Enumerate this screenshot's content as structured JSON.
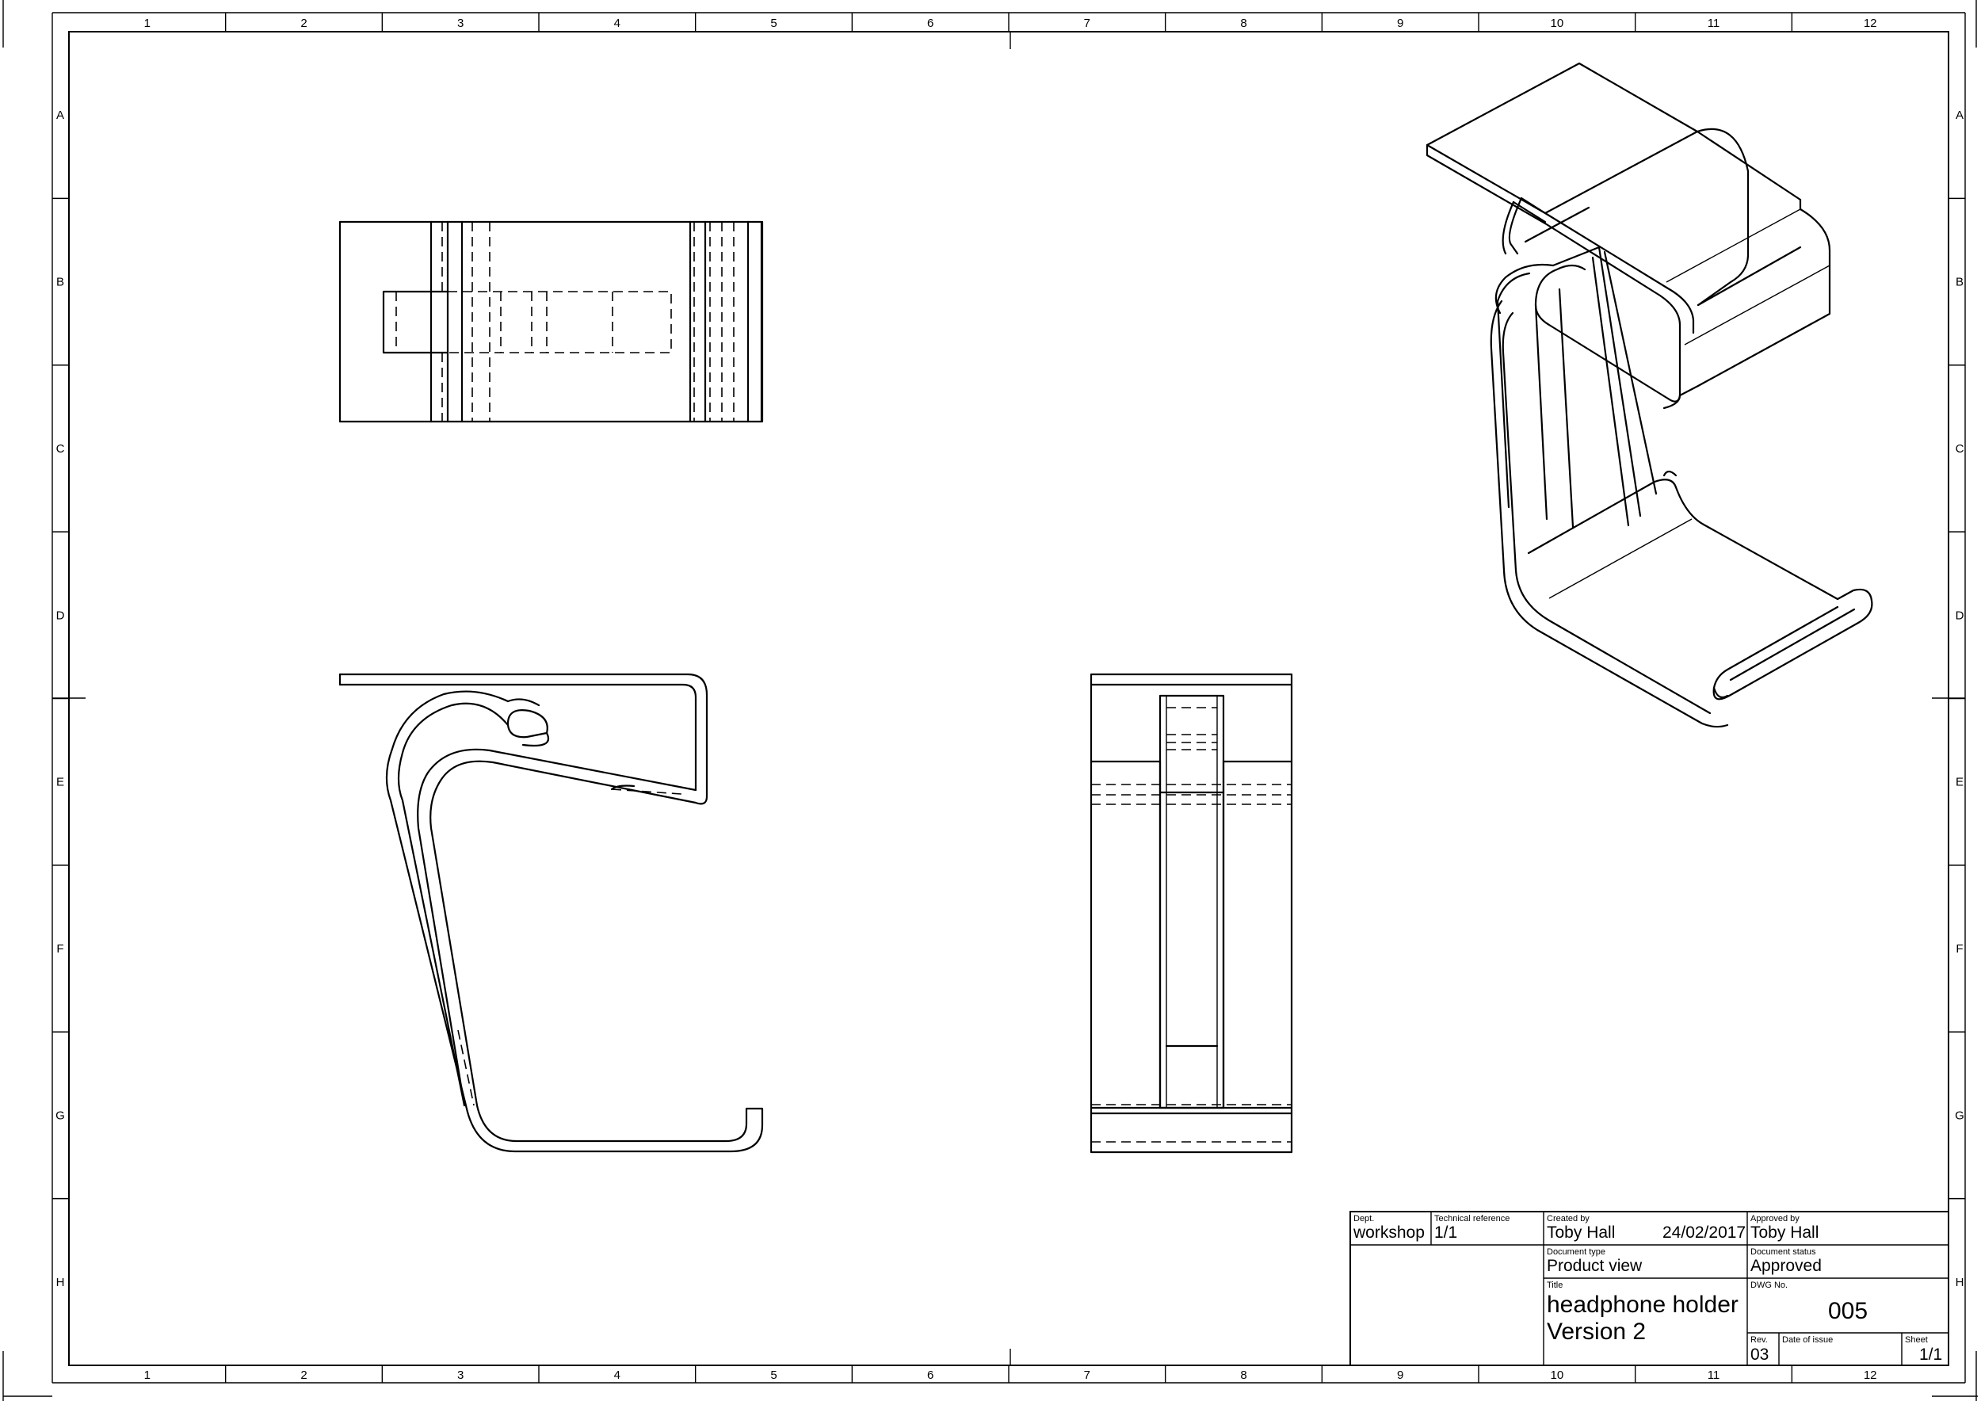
{
  "zones": {
    "columns": [
      "1",
      "2",
      "3",
      "4",
      "5",
      "6",
      "7",
      "8",
      "9",
      "10",
      "11",
      "12"
    ],
    "rows": [
      "A",
      "B",
      "C",
      "D",
      "E",
      "F",
      "G",
      "H"
    ]
  },
  "title_block": {
    "dept_label": "Dept.",
    "dept_value": "workshop",
    "tech_ref_label": "Technical reference",
    "tech_ref_value": "1/1",
    "created_by_label": "Created by",
    "created_by_value": "Toby Hall",
    "created_date": "24/02/2017",
    "approved_by_label": "Approved by",
    "approved_by_value": "Toby Hall",
    "doc_type_label": "Document type",
    "doc_type_value": "Product view",
    "doc_status_label": "Document status",
    "doc_status_value": "Approved",
    "title_label": "Title",
    "title_line1": "headphone holder",
    "title_line2": "Version 2",
    "dwg_label": "DWG No.",
    "dwg_value": "005",
    "rev_label": "Rev.",
    "rev_value": "03",
    "issue_label": "Date of issue",
    "issue_value": "",
    "sheet_label": "Sheet",
    "sheet_value": "1/1"
  }
}
